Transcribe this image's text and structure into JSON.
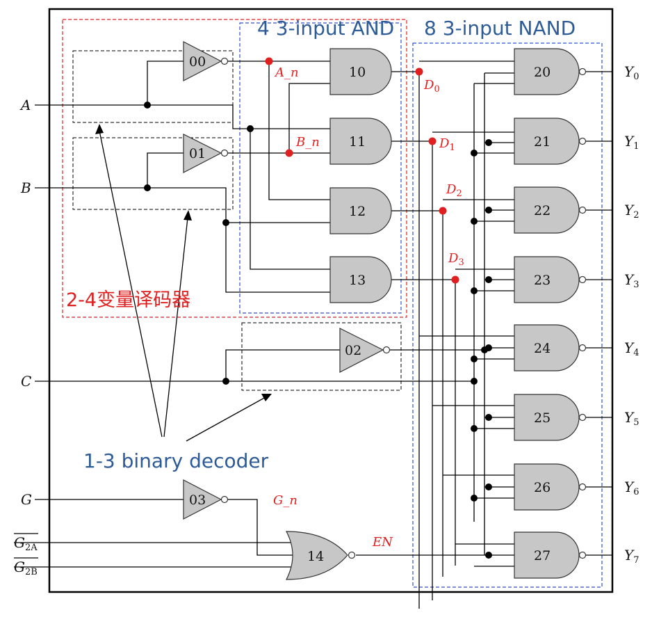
{
  "titles": {
    "and_group": "4 3-input AND",
    "nand_group": "8 3-input NAND",
    "decoder_2_4": "2-4变量译码器",
    "binary_decoder": "1-3 binary decoder"
  },
  "inputs": {
    "a": "A",
    "b": "B",
    "c": "C",
    "g": "G",
    "g2a": "G",
    "g2a_sub": "2A",
    "g2b": "G",
    "g2b_sub": "2B"
  },
  "signals": {
    "a_n": "A_n",
    "b_n": "B_n",
    "d0": "D",
    "d0_sub": "0",
    "d1": "D",
    "d1_sub": "1",
    "d2": "D",
    "d2_sub": "2",
    "d3": "D",
    "d3_sub": "3",
    "g_n": "G_n",
    "en": "EN"
  },
  "gates": {
    "not_00": "00",
    "not_01": "01",
    "not_02": "02",
    "not_03": "03",
    "and_10": "10",
    "and_11": "11",
    "and_12": "12",
    "and_13": "13",
    "nor_14": "14",
    "nand": [
      "20",
      "21",
      "22",
      "23",
      "24",
      "25",
      "26",
      "27"
    ]
  },
  "outputs": {
    "y": [
      "Y",
      "Y",
      "Y",
      "Y",
      "Y",
      "Y",
      "Y",
      "Y"
    ],
    "y_sub": [
      "0",
      "1",
      "2",
      "3",
      "4",
      "5",
      "6",
      "7"
    ]
  }
}
